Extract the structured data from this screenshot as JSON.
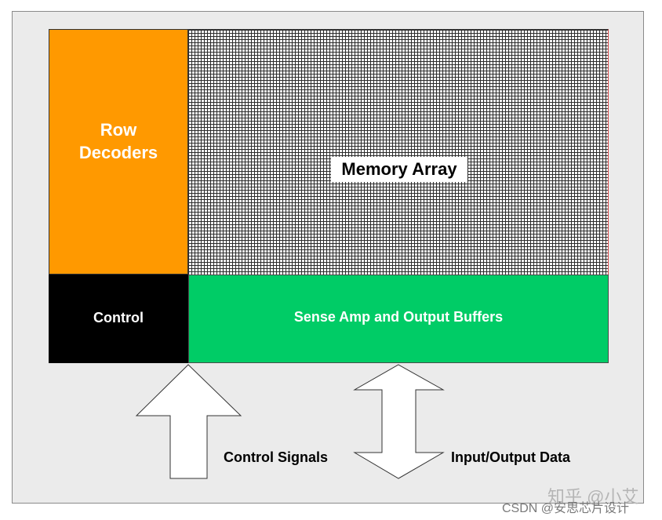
{
  "blocks": {
    "row_decoders": "Row Decoders",
    "memory_array": "Memory Array",
    "control": "Control",
    "sense_amp": "Sense Amp and Output Buffers"
  },
  "labels": {
    "control_signals": "Control Signals",
    "io_data": "Input/Output Data"
  },
  "watermark": {
    "line1": "知乎 @小艾",
    "line2": "CSDN @安思芯片设计"
  },
  "colors": {
    "row_decoders": "#ff9900",
    "control": "#000000",
    "sense_amp": "#00cc66",
    "background": "#ebebeb"
  },
  "icons": {
    "control_arrow": "up-arrow-icon",
    "io_arrow": "double-vertical-arrow-icon"
  }
}
